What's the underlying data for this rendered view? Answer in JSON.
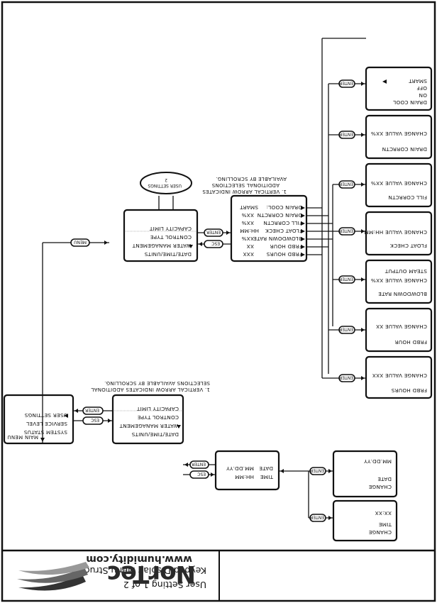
{
  "header": {
    "brand": "NorTec",
    "url": "www.humidity.com",
    "title_line1": "User Setting 1 of 2",
    "title_line2": "Keypad Display Menu Structure"
  },
  "buttons": {
    "menu": "MENU",
    "enter": "ENTER",
    "esc": "ESC"
  },
  "main_menu": {
    "caption": "MAIN MENU",
    "items": [
      "SYSTEM STATUS",
      "SERVICE LEVEL",
      "USER SETTINGS"
    ]
  },
  "user_settings_menu": {
    "items": [
      "DATE/TIME/UNITS",
      "WATER MANAGEMENT",
      "CONTROL TYPE",
      "CAPACITY LIMIT"
    ],
    "note_line1": "1. VERTICAL ARROW INDICATES ADDITIONAL",
    "note_line2": "SELECTIONS AVAILABLE BY SCROLLING."
  },
  "date_time_menu": {
    "items": [
      {
        "label": "TIME",
        "value": "HH:MM"
      },
      {
        "label": "DATE",
        "value": "MM.DD.YY"
      }
    ]
  },
  "change_date": {
    "items": [
      "CHANGE",
      "DATE",
      "MM.DD.YY"
    ]
  },
  "change_time": {
    "items": [
      "CHANGE",
      "TIME",
      "XX:XX"
    ]
  },
  "user_settings_2": {
    "items": [
      "DATE/TIME/UNITS",
      "WATER MANAGEMENT",
      "CONTROL TYPE",
      "CAPACITY LIMIT"
    ],
    "bubble": "USER SETTINGS",
    "bubble_num": "2"
  },
  "water_management_menu": {
    "items": [
      {
        "label": "FRBD HOURS",
        "value": "XXX"
      },
      {
        "label": "FRBD HOUR",
        "value": "XX"
      },
      {
        "label": "BLOWDOWN RATE",
        "value": "XX%"
      },
      {
        "label": "FLOAT CHECK",
        "value": "HH:MM"
      },
      {
        "label": "FILL CORRCTN",
        "value": "XX%"
      },
      {
        "label": "DRAIN CORRCTN",
        "value": "XX%"
      },
      {
        "label": "DRAIN COOL:",
        "value": "SMART"
      }
    ],
    "note_line1": "1. VERTICAL ARROW INDICATES",
    "note_line2": "ADDITIONAL SELECTIONS",
    "note_line3": "AVAILABLE BY SCROLLING."
  },
  "option_boxes": {
    "frbd_hours": {
      "title": "FRBD HOURS",
      "change": "CHANGE VALUE XXX"
    },
    "frbd_hour": {
      "title": "FRBD HOUR",
      "change": "CHANGE VALUE XX"
    },
    "blowdown": {
      "title": "BLOWDOWN RATE",
      "change": "CHANGE VALUE XX%",
      "extra": "STEAM OUTPUT"
    },
    "float_check": {
      "title": "FLOAT CHECK",
      "change": "CHANGE VALUE HH:MM"
    },
    "fill_corrctn": {
      "title": "FILL CORRCTN",
      "change": "CHANGE VALUE XX%"
    },
    "drain_corrctn": {
      "title": "DRAIN CORRCTN",
      "change": "CHANGE VALUE XX%"
    },
    "drain_cool": {
      "title": "DRAIN COOL",
      "items": [
        "ON",
        "OFF",
        "SMART"
      ]
    }
  }
}
